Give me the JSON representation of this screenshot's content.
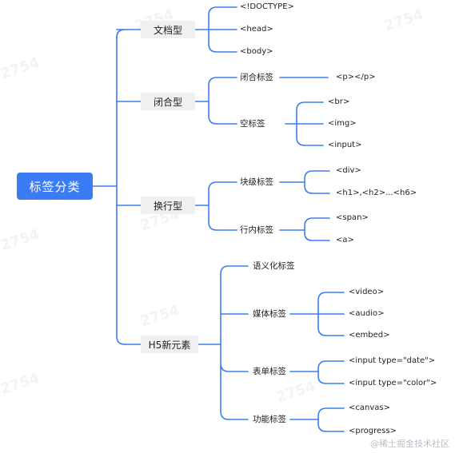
{
  "root": {
    "label": "标签分类"
  },
  "categories": [
    {
      "label": "文档型",
      "items": [
        {
          "label": "<!DOCTYPE>"
        },
        {
          "label": "<head>"
        },
        {
          "label": "<body>"
        }
      ]
    },
    {
      "label": "闭合型",
      "items": [
        {
          "label": "闭合标签",
          "items": [
            {
              "label": "<p></p>"
            }
          ]
        },
        {
          "label": "空标签",
          "items": [
            {
              "label": "<br>"
            },
            {
              "label": "<img>"
            },
            {
              "label": "<input>"
            }
          ]
        }
      ]
    },
    {
      "label": "换行型",
      "items": [
        {
          "label": "块级标签",
          "items": [
            {
              "label": "<div>"
            },
            {
              "label": "<h1>,<h2>...<h6>"
            }
          ]
        },
        {
          "label": "行内标签",
          "items": [
            {
              "label": "<span>"
            },
            {
              "label": "<a>"
            }
          ]
        }
      ]
    },
    {
      "label": "H5新元素",
      "items": [
        {
          "label": "语义化标签"
        },
        {
          "label": "媒体标签",
          "items": [
            {
              "label": "<video>"
            },
            {
              "label": "<audio>"
            },
            {
              "label": "<embed>"
            }
          ]
        },
        {
          "label": "表单标签",
          "items": [
            {
              "label": "<input type=\"date\">"
            },
            {
              "label": "<input type=\"color\">"
            }
          ]
        },
        {
          "label": "功能标签",
          "items": [
            {
              "label": "<canvas>"
            },
            {
              "label": "<progress>"
            }
          ]
        }
      ]
    }
  ],
  "watermark": {
    "text": "2754"
  },
  "credit": "@稀土掘金技术社区",
  "colors": {
    "line": "#3a7ef0",
    "root_bg": "#3b7cf5",
    "category_bg": "#eef0f2"
  }
}
